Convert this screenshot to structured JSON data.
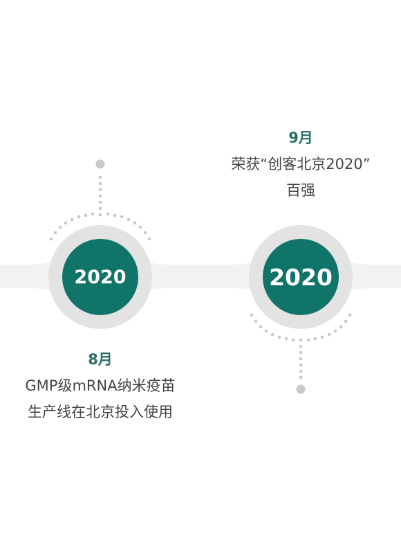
{
  "colors": {
    "accent": "#117468",
    "month_text": "#2a6e66",
    "ring": "#e3e3e3",
    "band": "#f2f2f2",
    "dots": "#c8c8c8",
    "body_text": "#444444"
  },
  "milestones": [
    {
      "year": "2020",
      "month": "8月",
      "lines": [
        "GMP级mRNA纳米疫苗",
        "生产线在北京投入使用"
      ]
    },
    {
      "year": "2020",
      "month": "9月",
      "lines": [
        "荣获“创客北京2020”",
        "百强"
      ]
    }
  ]
}
